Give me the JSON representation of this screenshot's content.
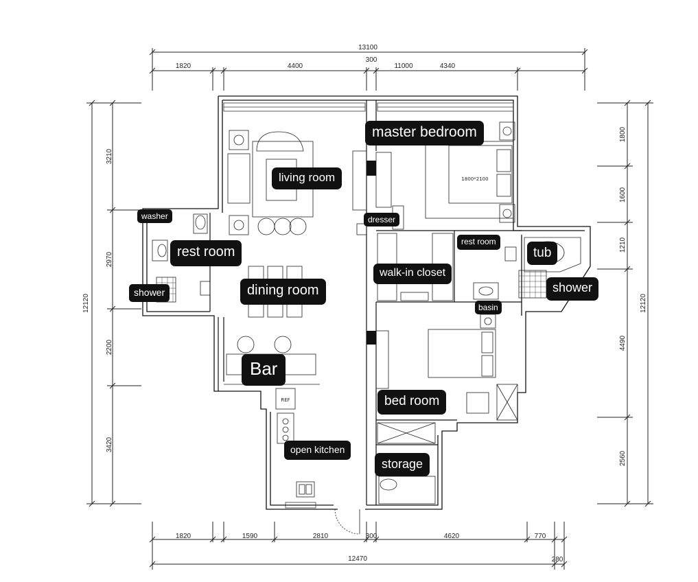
{
  "dimensions": {
    "top_total": "13100",
    "top": [
      "1820",
      "4400",
      "300",
      "11000",
      "4340"
    ],
    "bottom": [
      "1820",
      "1590",
      "2810",
      "300",
      "4620",
      "770"
    ],
    "bottom_total": "12470",
    "bottom_extra": "280",
    "left": [
      "3210",
      "2970",
      "2200",
      "3420"
    ],
    "left_total": "12120",
    "right": [
      "1800",
      "1600",
      "1210",
      "4490",
      "2560"
    ],
    "right_total": "12120"
  },
  "annotations": {
    "bed_size": "1800*2100",
    "ref": "REF"
  },
  "rooms": {
    "master_bedroom": "master bedroom",
    "living_room": "living room",
    "washer": "washer",
    "dresser": "dresser",
    "rest_room_left": "rest room",
    "rest_room_right": "rest room",
    "tub": "tub",
    "walk_in_closet": "walk-in closet",
    "shower_left": "shower",
    "shower_right": "shower",
    "dining_room": "dining room",
    "basin": "basin",
    "bar": "Bar",
    "bed_room": "bed room",
    "open_kitchen": "open kitchen",
    "storage": "storage"
  }
}
